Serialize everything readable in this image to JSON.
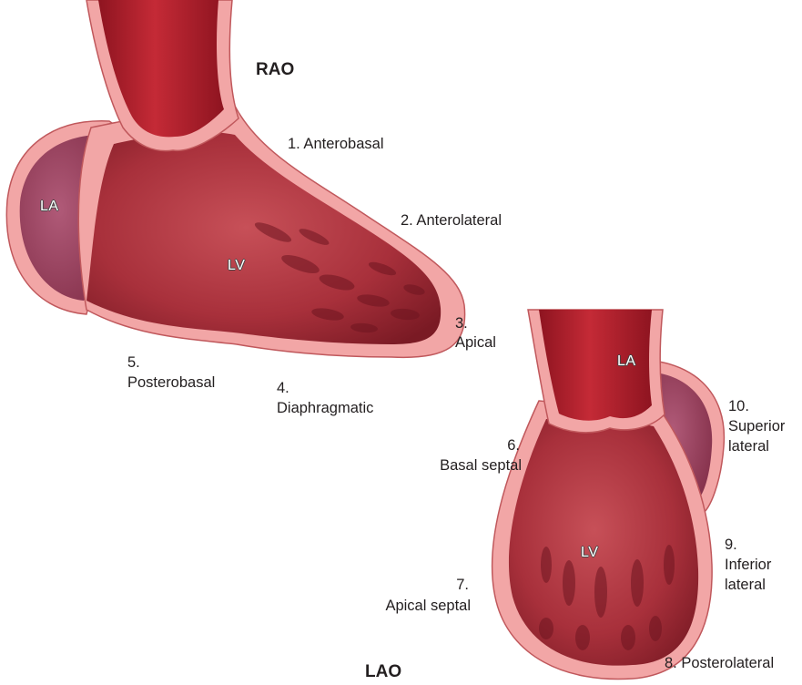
{
  "views": {
    "rao": "RAO",
    "lao": "LAO"
  },
  "chambers": {
    "la_rao": "LA",
    "lv_rao": "LV",
    "la_lao": "LA",
    "lv_lao": "LV"
  },
  "segments": {
    "s1": "1. Anterobasal",
    "s2": "2. Anterolateral",
    "s3a": "3.",
    "s3b": "Apical",
    "s4a": "4.",
    "s4b": "Diaphragmatic",
    "s5a": "5.",
    "s5b": "Posterobasal",
    "s6a": "6.",
    "s6b": "Basal septal",
    "s7a": "7.",
    "s7b": "Apical septal",
    "s8": "8. Posterolateral",
    "s9a": "9.",
    "s9b": "Inferior",
    "s9c": "lateral",
    "s10a": "10.",
    "s10b": "Superior",
    "s10c": "lateral"
  },
  "colors": {
    "wall": "#f2a6a6",
    "wall_stroke": "#c0585c",
    "cavity": "#b63a44",
    "cavity_dark": "#7c1c25",
    "atrium": "#9c3a55",
    "aorta": "#b3202c"
  }
}
